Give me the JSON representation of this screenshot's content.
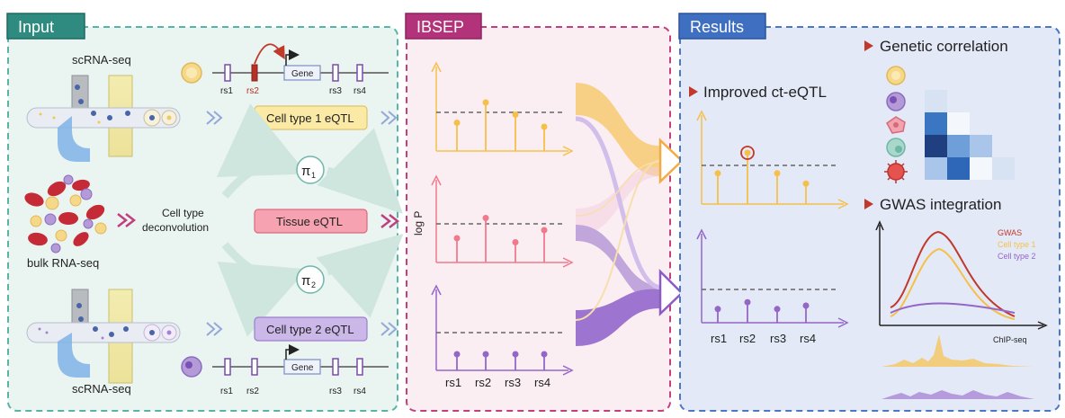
{
  "input": {
    "header": "Input",
    "scrna_top": "scRNA-seq",
    "scrna_bottom": "scRNA-seq",
    "bulk": "bulk RNA-seq",
    "deconv_line1": "Cell type",
    "deconv_line2": "deconvolution",
    "pi1": "π",
    "pi1_sub": "1",
    "pi2": "π",
    "pi2_sub": "2",
    "gene": "Gene",
    "snps": [
      "rs1",
      "rs2",
      "rs3",
      "rs4"
    ],
    "ct1_eqtl": "Cell type 1 eQTL",
    "tissue_eqtl": "Tissue eQTL",
    "ct2_eqtl": "Cell type 2 eQTL"
  },
  "ibsep": {
    "header": "IBSEP",
    "ylabel": "log P",
    "snps": [
      "rs1",
      "rs2",
      "rs3",
      "rs4"
    ]
  },
  "results": {
    "header": "Results",
    "improved": "Improved ct-eQTL",
    "genetic_corr": "Genetic correlation",
    "gwas_integration": "GWAS integration",
    "snps": [
      "rs1",
      "rs2",
      "rs3",
      "rs4"
    ],
    "legend": [
      "GWAS",
      "Cell type 1",
      "Cell type 2"
    ],
    "xlabel": "ChIP-seq"
  },
  "colors": {
    "input_border": "#5ab3a8",
    "input_header": "#2a8a82",
    "ibsep_border": "#c2407f",
    "ibsep_header": "#b3337a",
    "results_border": "#4a78c4",
    "results_header": "#3f6fc0",
    "ct1": "#f5c04a",
    "tissue": "#f07a8c",
    "ct2": "#9466c8",
    "gwas": "#c0392b"
  },
  "chart_data": [
    {
      "name": "ibsep-ct1",
      "type": "lollipop",
      "values": [
        0.35,
        0.6,
        0.45,
        0.3
      ]
    },
    {
      "name": "ibsep-tissue",
      "type": "lollipop",
      "values": [
        0.3,
        0.55,
        0.25,
        0.4
      ]
    },
    {
      "name": "ibsep-ct2",
      "type": "lollipop",
      "values": [
        0.2,
        0.2,
        0.2,
        0.2
      ]
    },
    {
      "name": "improved-ct1",
      "type": "lollipop",
      "values": [
        0.45,
        0.75,
        0.45,
        0.3
      ]
    },
    {
      "name": "improved-ct2",
      "type": "lollipop",
      "values": [
        0.2,
        0.3,
        0.2,
        0.25
      ]
    }
  ]
}
